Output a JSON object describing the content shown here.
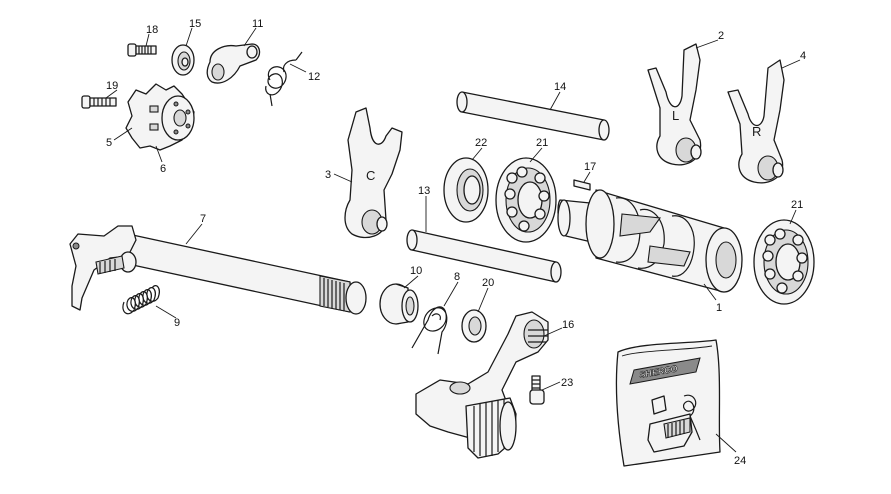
{
  "diagram": {
    "labels": [
      {
        "id": "1",
        "text": "1"
      },
      {
        "id": "2",
        "text": "2"
      },
      {
        "id": "3",
        "text": "3"
      },
      {
        "id": "4",
        "text": "4"
      },
      {
        "id": "5",
        "text": "5"
      },
      {
        "id": "6",
        "text": "6"
      },
      {
        "id": "7",
        "text": "7"
      },
      {
        "id": "8",
        "text": "8"
      },
      {
        "id": "9",
        "text": "9"
      },
      {
        "id": "10",
        "text": "10"
      },
      {
        "id": "11",
        "text": "11"
      },
      {
        "id": "12",
        "text": "12"
      },
      {
        "id": "13",
        "text": "13"
      },
      {
        "id": "14",
        "text": "14"
      },
      {
        "id": "15",
        "text": "15"
      },
      {
        "id": "16",
        "text": "16"
      },
      {
        "id": "17",
        "text": "17"
      },
      {
        "id": "18",
        "text": "18"
      },
      {
        "id": "19",
        "text": "19"
      },
      {
        "id": "20",
        "text": "20"
      },
      {
        "id": "21a",
        "text": "21"
      },
      {
        "id": "21b",
        "text": "21"
      },
      {
        "id": "22",
        "text": "22"
      },
      {
        "id": "23",
        "text": "23"
      },
      {
        "id": "24",
        "text": "24"
      }
    ],
    "fork_marks": {
      "center": "C",
      "left": "L",
      "right": "R"
    },
    "bag_brand": "SHERCO"
  }
}
